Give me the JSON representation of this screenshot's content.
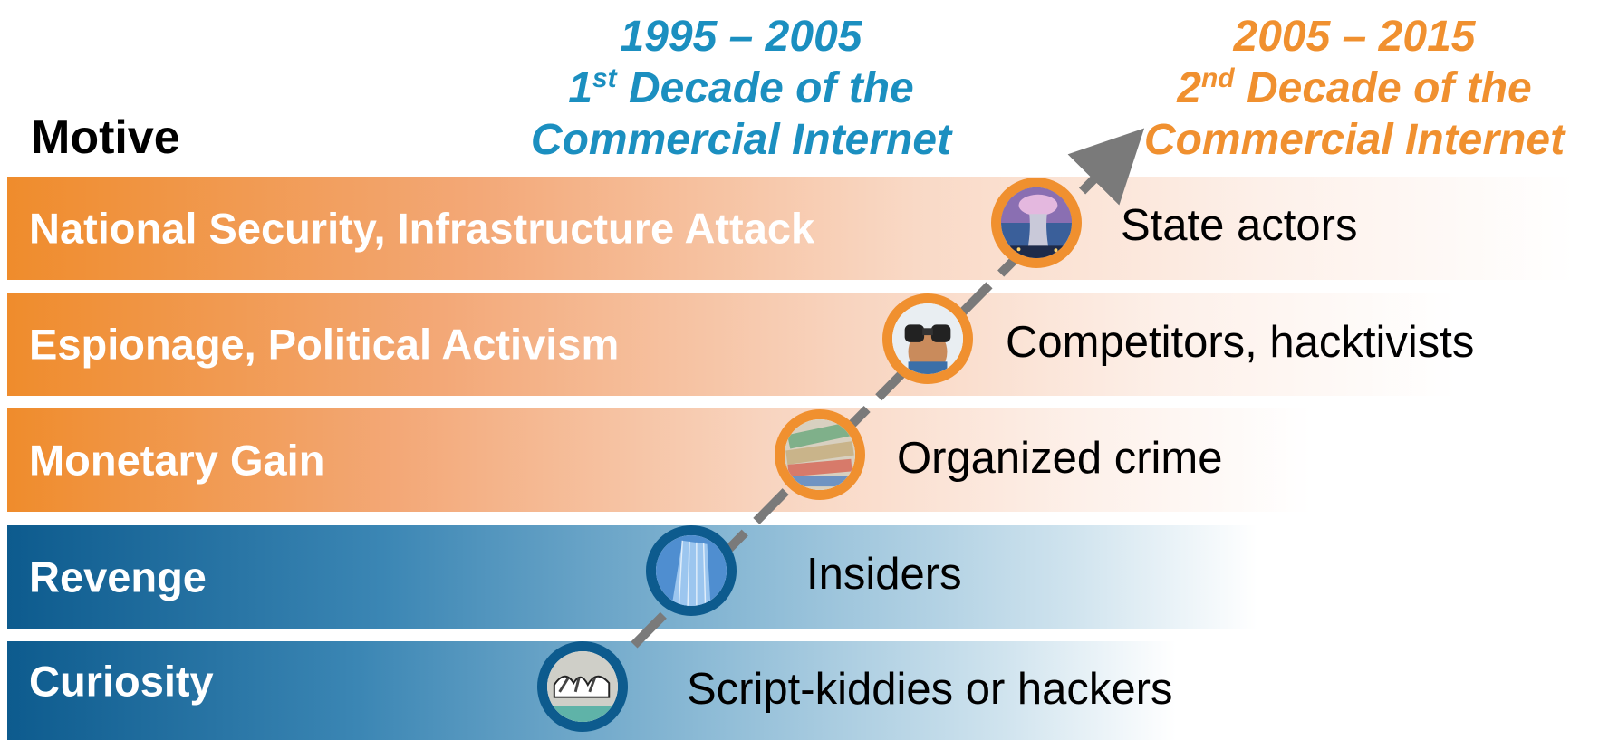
{
  "header": {
    "motive_label": "Motive",
    "era1": {
      "years": "1995 – 2005",
      "ordinal_num": "1",
      "ordinal_suffix": "st",
      "line2_rest": " Decade of the",
      "line3": "Commercial Internet"
    },
    "era2": {
      "years": "2005 – 2015",
      "ordinal_num": "2",
      "ordinal_suffix": "nd",
      "line2_rest": " Decade of the",
      "line3": "Commercial Internet"
    }
  },
  "rows": [
    {
      "motive": "National Security, Infrastructure Attack",
      "actor": "State actors",
      "icon": "power-plant-icon",
      "color": "#ef8c2c"
    },
    {
      "motive": "Espionage, Political Activism",
      "actor": "Competitors, hacktivists",
      "icon": "binoculars-person-icon",
      "color": "#ef8c2c"
    },
    {
      "motive": "Monetary Gain",
      "actor": "Organized crime",
      "icon": "banknotes-icon",
      "color": "#ef8c2c"
    },
    {
      "motive": "Revenge",
      "actor": "Insiders",
      "icon": "office-building-icon",
      "color": "#0d5b8e"
    },
    {
      "motive": "Curiosity",
      "actor": "Script-kiddies or hackers",
      "icon": "graffiti-icon",
      "color": "#0d5b8e"
    }
  ],
  "colors": {
    "era1": "#1b8fc0",
    "era2": "#f0902f",
    "arrow": "#7a7a7a"
  }
}
